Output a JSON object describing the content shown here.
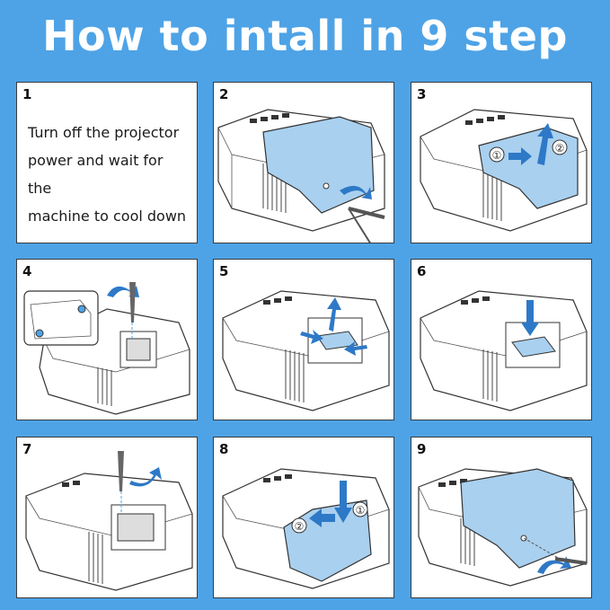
{
  "title": "How to intall in 9 step",
  "accent_color": "#4ea3e6",
  "highlight_color": "#a9d0ef",
  "steps": [
    {
      "number": "1",
      "lines": [
        "Turn off the projector",
        "power and wait for the",
        "machine to cool down"
      ]
    },
    {
      "number": "2"
    },
    {
      "number": "3",
      "callouts": [
        "①",
        "②"
      ]
    },
    {
      "number": "4"
    },
    {
      "number": "5"
    },
    {
      "number": "6"
    },
    {
      "number": "7"
    },
    {
      "number": "8",
      "callouts": [
        "②",
        "①"
      ]
    },
    {
      "number": "9"
    }
  ]
}
